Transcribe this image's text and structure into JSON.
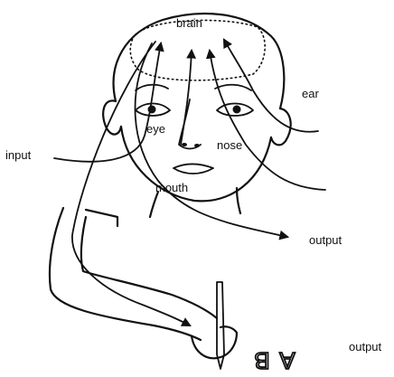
{
  "labels": {
    "brain": "brain",
    "eye": "eye",
    "ear": "ear",
    "nose": "nose",
    "mouth": "mouth",
    "input": "input",
    "output_upper": "output",
    "output_lower": "output"
  },
  "letters": [
    "A",
    "B"
  ],
  "colors": {
    "ink": "#111111",
    "background": "#ffffff"
  }
}
